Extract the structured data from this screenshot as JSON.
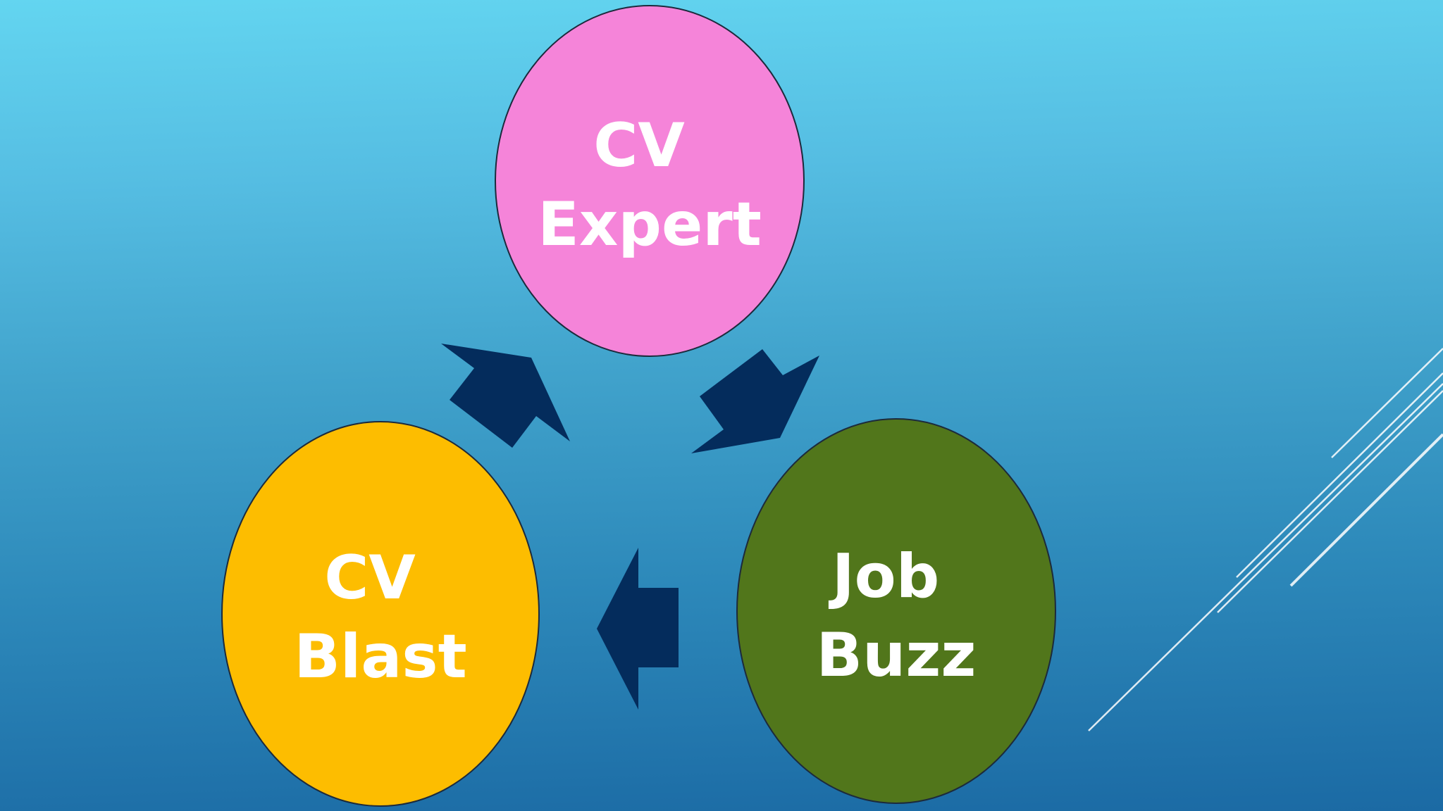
{
  "diagram": {
    "nodes": [
      {
        "id": "cv-expert",
        "lines": [
          "CV",
          "Expert"
        ],
        "color": "#f584d9"
      },
      {
        "id": "job-buzz",
        "lines": [
          "Job",
          "Buzz"
        ],
        "color": "#51761b"
      },
      {
        "id": "cv-blast",
        "lines": [
          "CV",
          "Blast"
        ],
        "color": "#fdbd00"
      }
    ],
    "edges": [
      {
        "from": "cv-expert",
        "to": "job-buzz"
      },
      {
        "from": "job-buzz",
        "to": "cv-blast"
      },
      {
        "from": "cv-blast",
        "to": "cv-expert"
      }
    ],
    "arrow_color": "#042c5c",
    "outline_color": "#1c2a3c",
    "accent_line_color": "#ffffff"
  }
}
